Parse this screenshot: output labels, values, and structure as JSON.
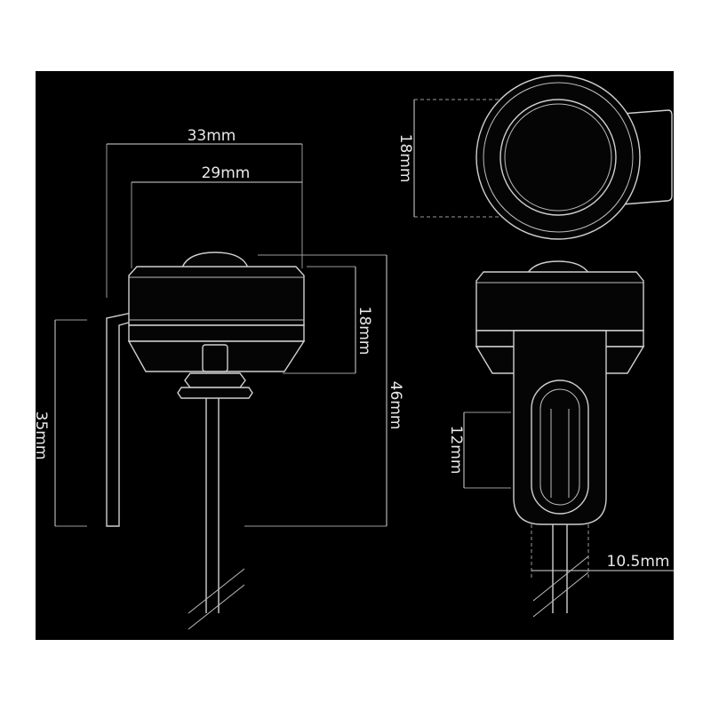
{
  "colors": {
    "background": "#000000",
    "page": "#ffffff",
    "line": "#d8d8d8",
    "text": "#e8e8e8"
  },
  "dimensions": {
    "width_33": "33mm",
    "width_29": "29mm",
    "height_18_side": "18mm",
    "height_46": "46mm",
    "height_35": "35mm",
    "height_18_top": "18mm",
    "height_12": "12mm",
    "width_10_5": "10.5mm"
  }
}
